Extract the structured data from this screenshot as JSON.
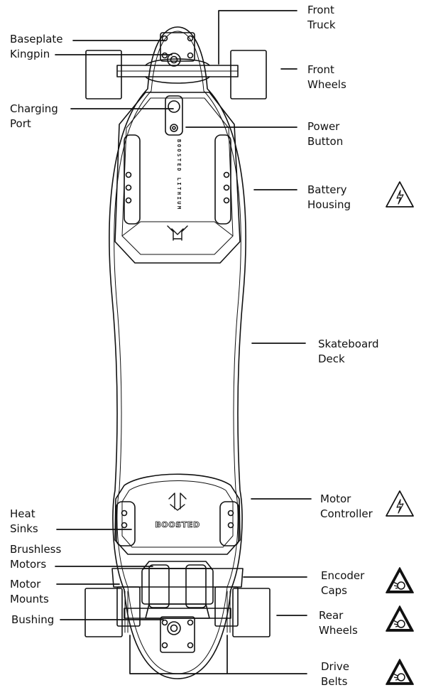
{
  "labels": {
    "front_truck": [
      "Front",
      "Truck"
    ],
    "baseplate": [
      "Baseplate"
    ],
    "kingpin": [
      "Kingpin"
    ],
    "front_wheels": [
      "Front",
      "Wheels"
    ],
    "charging_port": [
      "Charging",
      "Port"
    ],
    "power_button": [
      "Power",
      "Button"
    ],
    "battery_housing": [
      "Battery",
      "Housing"
    ],
    "skateboard_deck": [
      "Skateboard",
      "Deck"
    ],
    "heat_sinks": [
      "Heat",
      "Sinks"
    ],
    "motor_controller": [
      "Motor",
      "Controller"
    ],
    "brushless_motors": [
      "Brushless",
      "Motors"
    ],
    "encoder_caps": [
      "Encoder",
      "Caps"
    ],
    "motor_mounts": [
      "Motor",
      "Mounts"
    ],
    "rear_wheels": [
      "Rear",
      "Wheels"
    ],
    "bushing": [
      "Bushing"
    ],
    "drive_belts": [
      "Drive",
      "Belts"
    ]
  },
  "board_text": {
    "battery_brand": "BOOSTED LITHIUM",
    "controller_brand": "BOOSTED"
  },
  "warnings": [
    {
      "icon": "electric-shock-warning-icon",
      "for": "battery_housing"
    },
    {
      "icon": "electric-shock-warning-icon",
      "for": "motor_controller"
    },
    {
      "icon": "entanglement-warning-icon",
      "for": "encoder_caps"
    },
    {
      "icon": "entanglement-warning-icon",
      "for": "rear_wheels"
    },
    {
      "icon": "entanglement-warning-icon",
      "for": "drive_belts"
    }
  ],
  "colors": {
    "line": "#111111",
    "deck_fill": "#ffffff"
  }
}
